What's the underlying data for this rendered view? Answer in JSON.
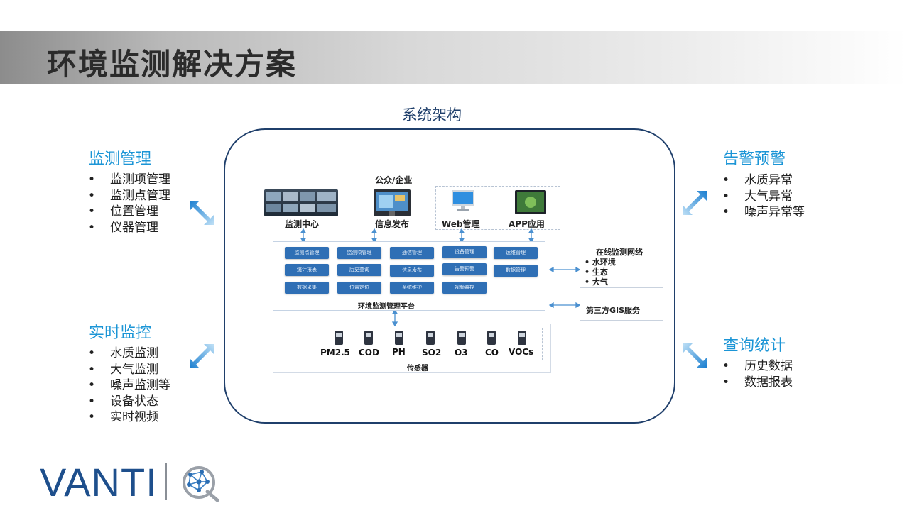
{
  "page": {
    "title": "环境监测解决方案"
  },
  "architecture": {
    "caption": "系统架构",
    "top_center_label": "公众/企业",
    "apps": [
      {
        "label": "监测中心"
      },
      {
        "label": "信息发布"
      },
      {
        "label": "Web管理"
      },
      {
        "label": "APP应用"
      }
    ],
    "modules": [
      "监测点管理",
      "监测项管理",
      "通信管理",
      "设备管理",
      "运维管理",
      "统计报表",
      "历史查询",
      "信息发布",
      "告警预警",
      "数据管理",
      "数据采集",
      "位置定位",
      "系统维护",
      "视频监控"
    ],
    "platform_label": "环境监测管理平台",
    "online_network": {
      "title": "在线监测网络",
      "items": [
        "水环境",
        "生态",
        "大气"
      ]
    },
    "gis_label": "第三方GIS服务",
    "sensors": [
      "PM2.5",
      "COD",
      "PH",
      "SO2",
      "O3",
      "CO",
      "VOCs"
    ],
    "sensor_layer_label": "传感器"
  },
  "monitoring_mgmt": {
    "heading": "监测管理",
    "items": [
      "监测项管理",
      "监测点管理",
      "位置管理",
      "仪器管理"
    ]
  },
  "realtime": {
    "heading": "实时监控",
    "items": [
      "水质监测",
      "大气监测",
      "噪声监测等",
      "设备状态",
      "实时视频"
    ]
  },
  "alarm": {
    "heading": "告警预警",
    "items": [
      "水质异常",
      "大气异常",
      "噪声异常等"
    ]
  },
  "query": {
    "heading": "查询统计",
    "items": [
      "历史数据",
      "数据报表"
    ]
  },
  "logo": {
    "text": "VANTI"
  },
  "colors": {
    "accent": "#1b95d6",
    "frame": "#1f3f6b",
    "module": "#2f6fb5"
  }
}
